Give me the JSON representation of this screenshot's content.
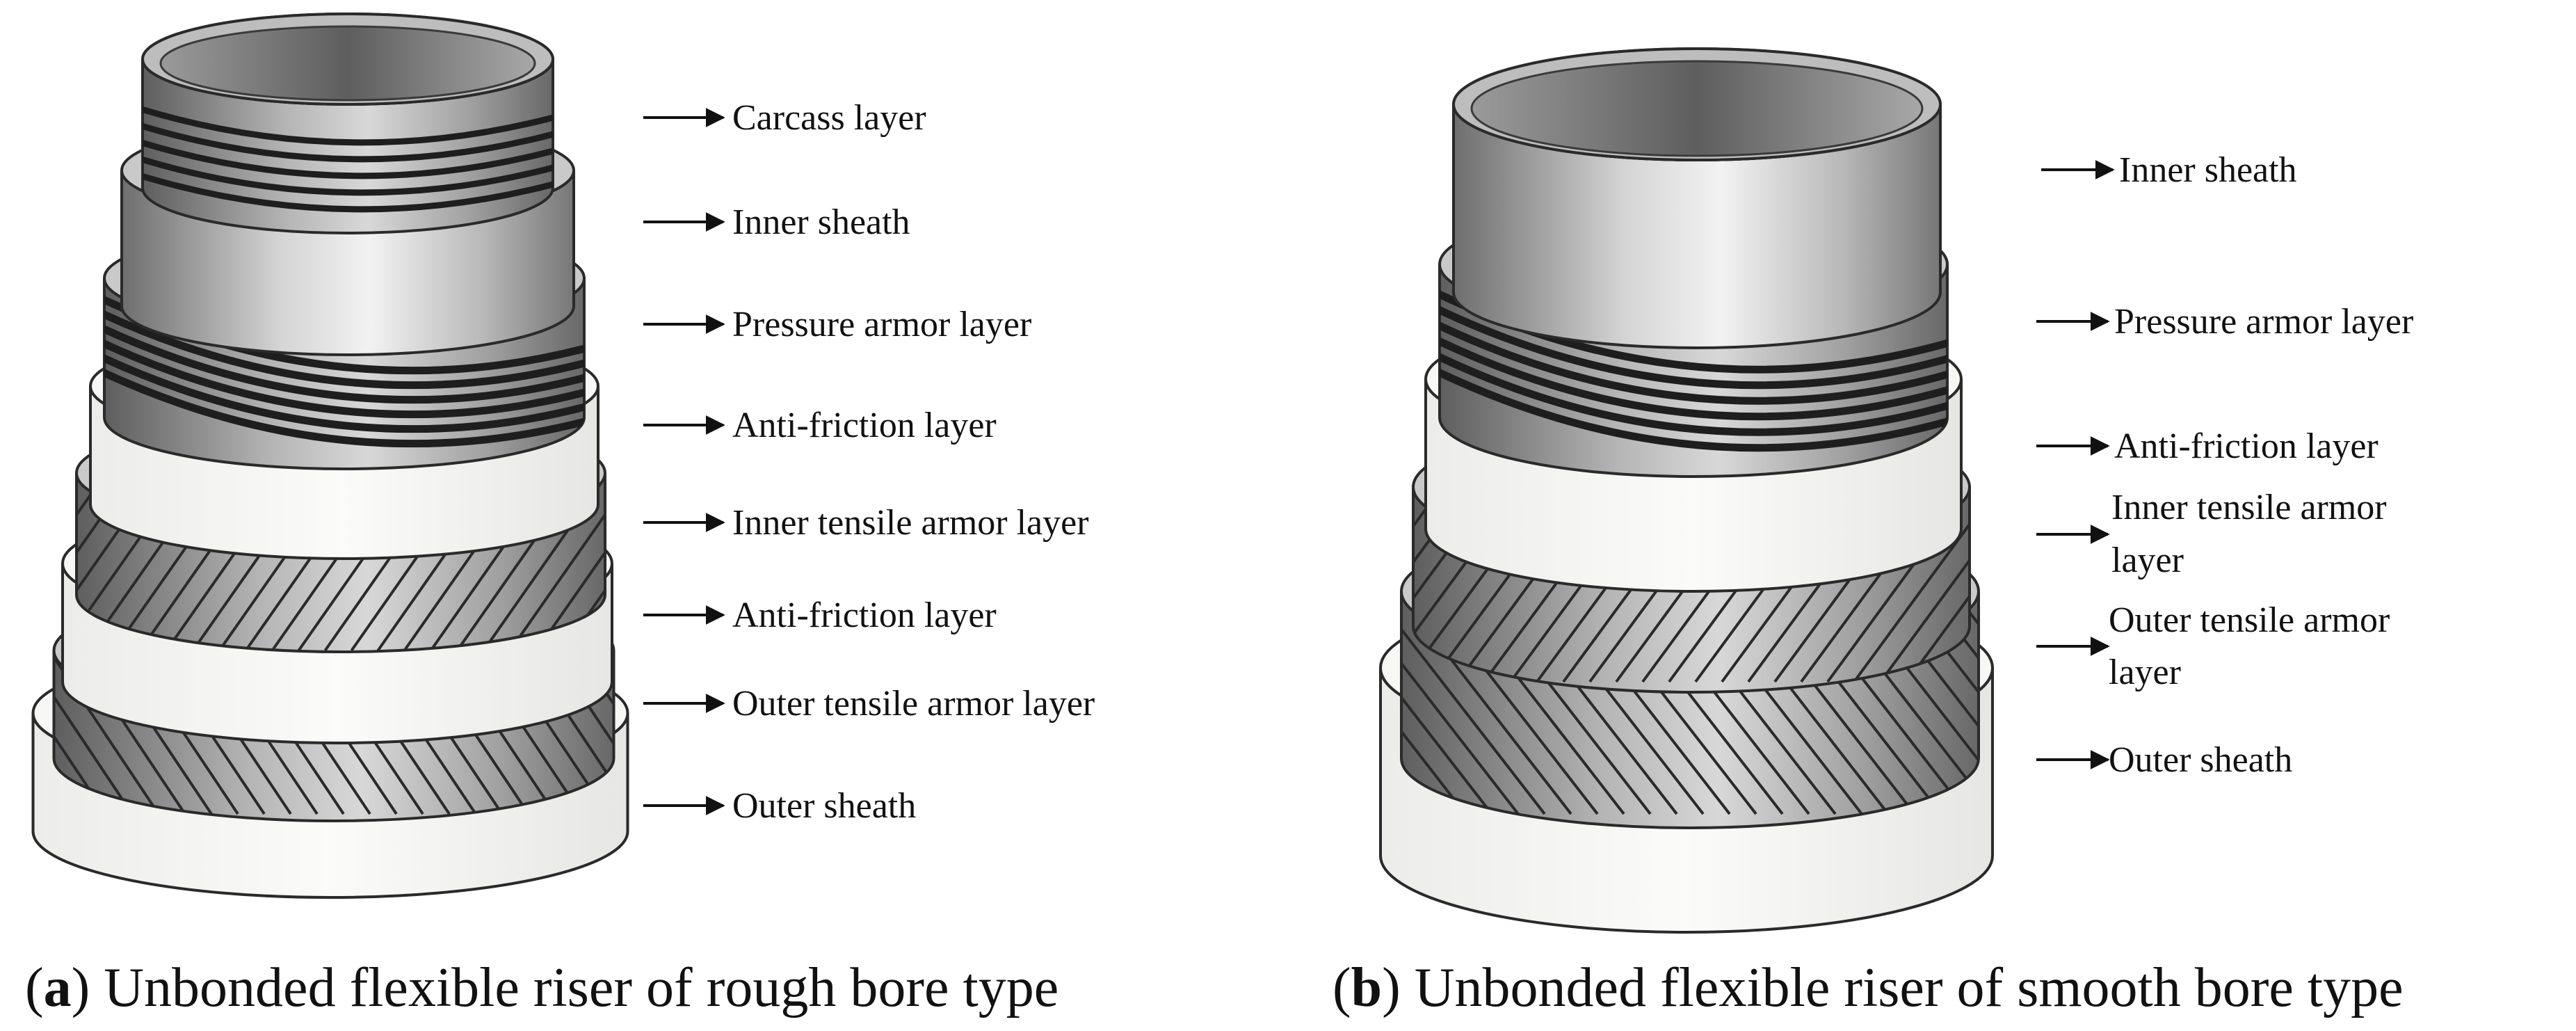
{
  "panel_a": {
    "caption_letter": "a",
    "caption_text": "Unbonded flexible riser of rough bore type",
    "labels": [
      "Carcass layer",
      "Inner sheath",
      "Pressure armor layer",
      "Anti-friction layer",
      "Inner tensile armor layer",
      "Anti-friction layer",
      "Outer tensile armor layer",
      "Outer sheath"
    ]
  },
  "panel_b": {
    "caption_letter": "b",
    "caption_text": "Unbonded flexible riser of smooth bore type",
    "labels": [
      [
        "Inner sheath"
      ],
      [
        "Pressure armor layer"
      ],
      [
        "Anti-friction layer"
      ],
      [
        "Inner tensile armor",
        "layer"
      ],
      [
        "Outer tensile armor",
        "layer"
      ],
      [
        "Outer sheath"
      ]
    ]
  },
  "colors": {
    "background": "#ffffff",
    "metal_dark": "#7a7a7a",
    "metal_light": "#e8e8e8",
    "white_layer": "#f4f4f2",
    "stroke": "#222222"
  }
}
